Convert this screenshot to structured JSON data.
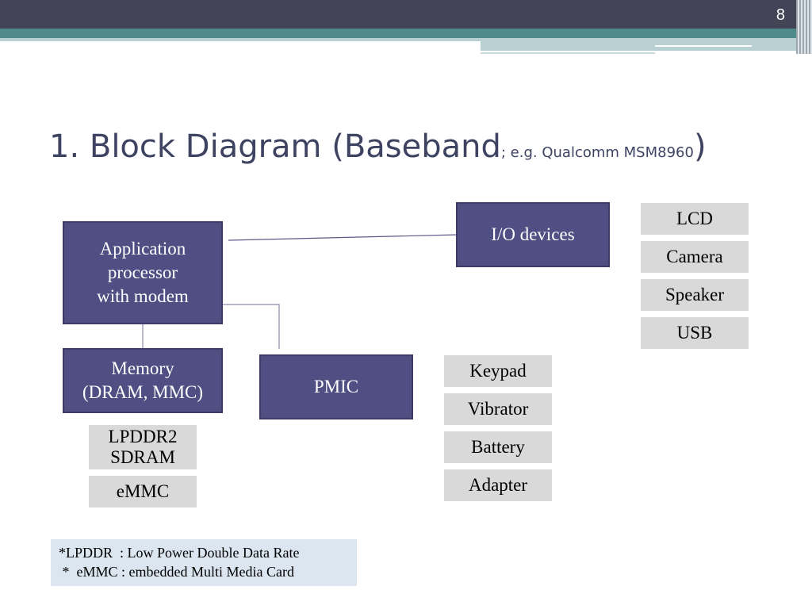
{
  "slide_number": "8",
  "title": {
    "main": "1. Block Diagram (Baseband",
    "sub": "; e.g. Qualcomm MSM8960",
    "close": ")"
  },
  "blocks": {
    "app_processor": [
      "Application",
      "processor",
      "with modem"
    ],
    "memory": [
      "Memory",
      "(DRAM, MMC)"
    ],
    "pmic": "PMIC",
    "io_devices": "I/O devices"
  },
  "memory_items": {
    "lpddr2": [
      "LPDDR2",
      "SDRAM"
    ],
    "emmc": "eMMC"
  },
  "io_items": [
    "LCD",
    "Camera",
    "Speaker",
    "USB"
  ],
  "pmic_items": [
    "Keypad",
    "Vibrator",
    "Battery",
    "Adapter"
  ],
  "notes": [
    "*LPDDR  : Low Power Double Data Rate",
    " *  eMMC : embedded Multi Media Card"
  ],
  "colors": {
    "block_fill": "#4f4f83",
    "item_fill": "#d9d9d9",
    "note_fill": "#dce6f1",
    "title": "#3e4362"
  }
}
